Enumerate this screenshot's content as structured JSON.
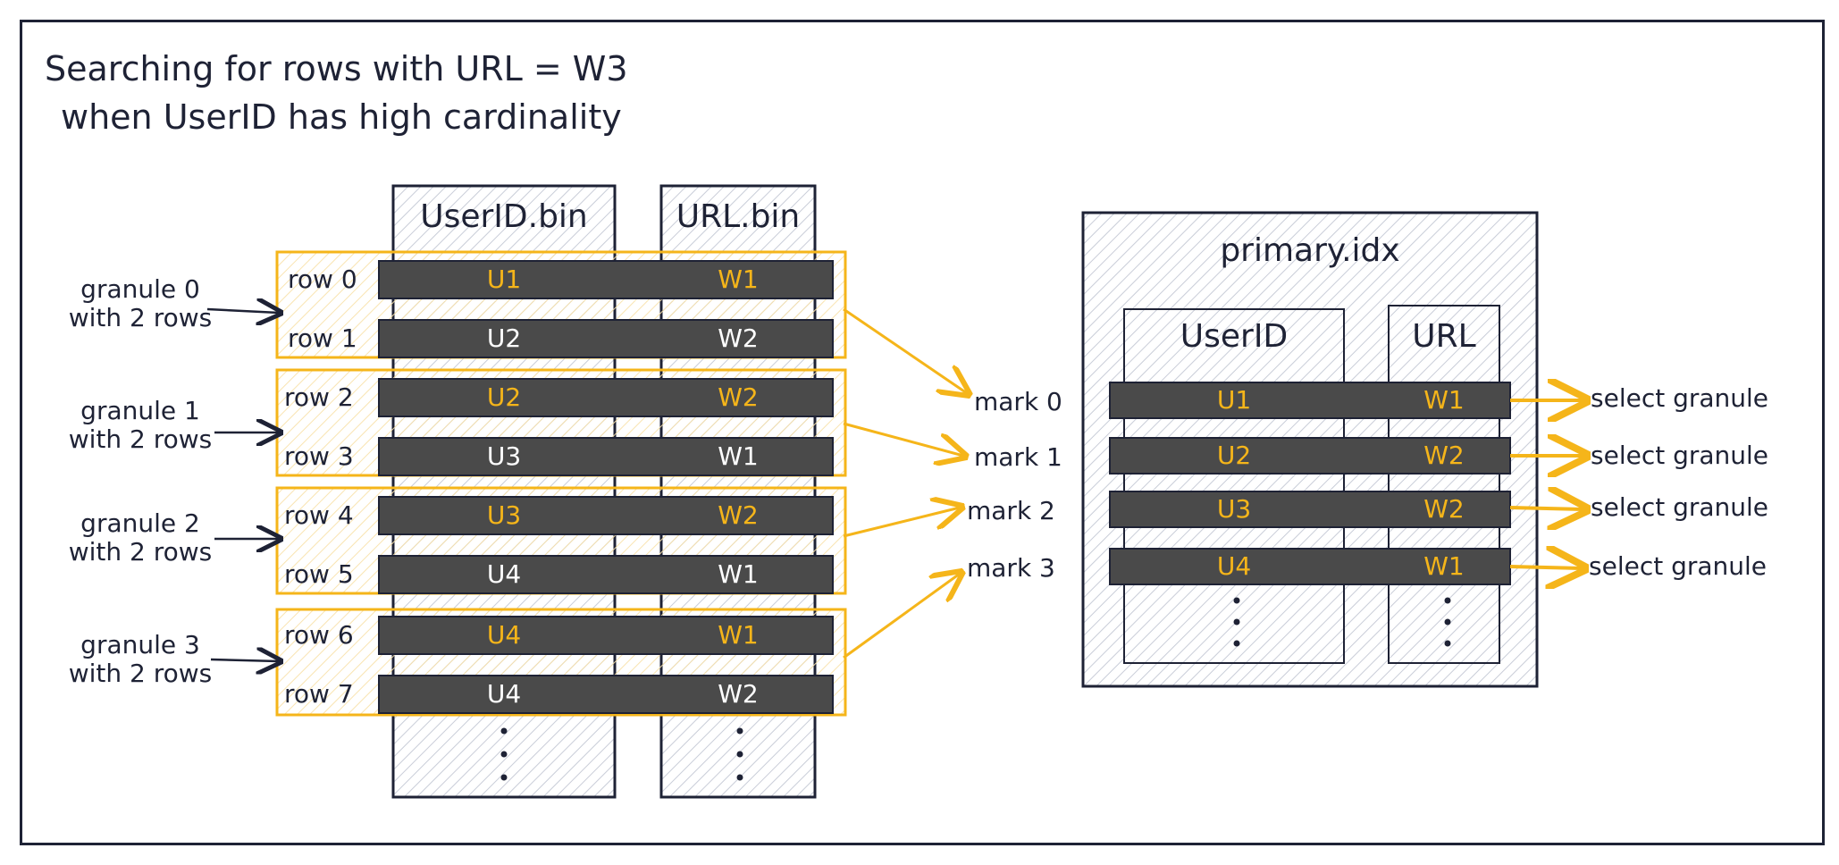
{
  "title": {
    "line1": "Searching for rows with URL = W3",
    "line2": "when UserID has high cardinality"
  },
  "columns": {
    "userid_bin": "UserID.bin",
    "url_bin": "URL.bin"
  },
  "granules": [
    {
      "label1": "granule 0",
      "label2": "with 2 rows"
    },
    {
      "label1": "granule 1",
      "label2": "with 2 rows"
    },
    {
      "label1": "granule 2",
      "label2": "with 2 rows"
    },
    {
      "label1": "granule 3",
      "label2": "with 2 rows"
    }
  ],
  "rows": [
    {
      "label": "row 0",
      "userid": "U1",
      "url": "W1",
      "highlight": true
    },
    {
      "label": "row 1",
      "userid": "U2",
      "url": "W2",
      "highlight": false
    },
    {
      "label": "row 2",
      "userid": "U2",
      "url": "W2",
      "highlight": true
    },
    {
      "label": "row 3",
      "userid": "U3",
      "url": "W1",
      "highlight": false
    },
    {
      "label": "row 4",
      "userid": "U3",
      "url": "W2",
      "highlight": true
    },
    {
      "label": "row 5",
      "userid": "U4",
      "url": "W1",
      "highlight": false
    },
    {
      "label": "row 6",
      "userid": "U4",
      "url": "W1",
      "highlight": true
    },
    {
      "label": "row 7",
      "userid": "U4",
      "url": "W2",
      "highlight": false
    }
  ],
  "marks": [
    "mark 0",
    "mark 1",
    "mark 2",
    "mark 3"
  ],
  "index": {
    "title": "primary.idx",
    "col_userid": "UserID",
    "col_url": "URL",
    "entries": [
      {
        "userid": "U1",
        "url": "W1",
        "action": "select granule"
      },
      {
        "userid": "U2",
        "url": "W2",
        "action": "select granule"
      },
      {
        "userid": "U3",
        "url": "W2",
        "action": "select granule"
      },
      {
        "userid": "U4",
        "url": "W1",
        "action": "select granule"
      }
    ]
  },
  "colors": {
    "ink": "#1e2235",
    "row_bar": "#4a4a4a",
    "accent": "#f5b51a",
    "hatch": "#c9cdd8"
  }
}
